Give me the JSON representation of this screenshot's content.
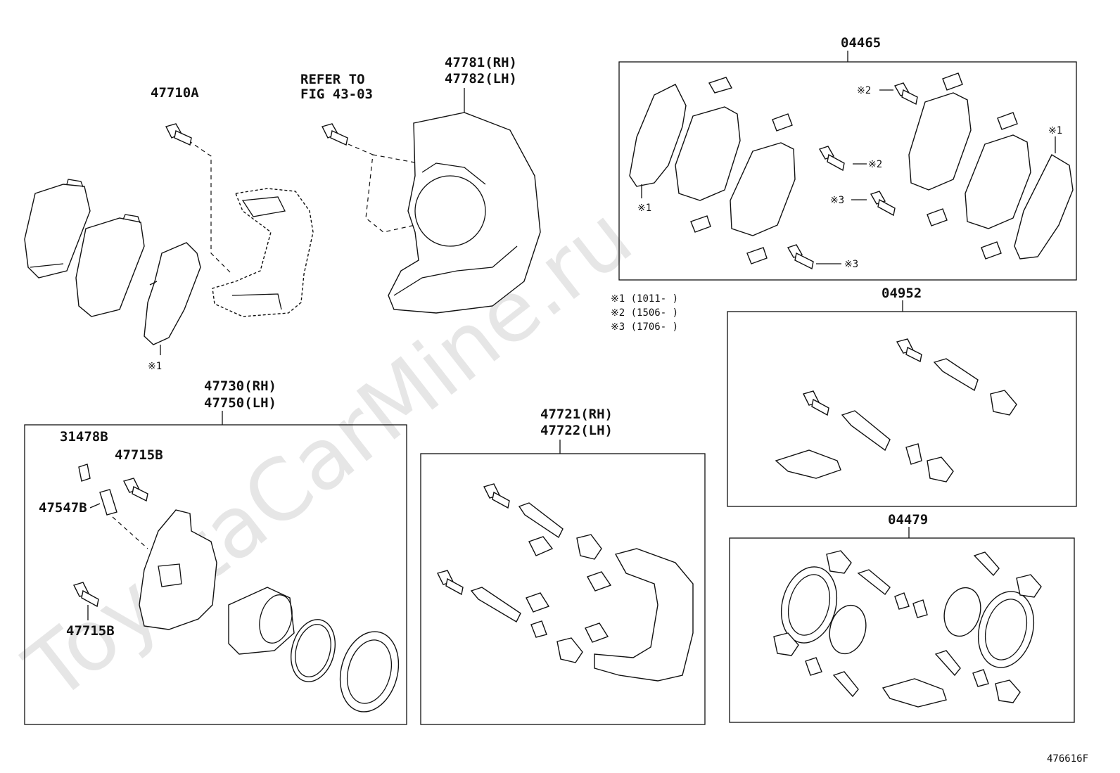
{
  "watermark": "ToyotaCarMine.ru",
  "figure_id": "476616F",
  "notes": {
    "n1": "※1 (1011-      )",
    "n2": "※2 (1506-      )",
    "n3": "※3 (1706-      )"
  },
  "labels": {
    "l47710A": "47710A",
    "refer1": "REFER TO",
    "refer2": "FIG 43-03",
    "l47781": "47781(RH)",
    "l47782": "47782(LH)",
    "mark1a": "※1",
    "l47730": "47730(RH)",
    "l47750": "47750(LH)",
    "l31478B": "31478B",
    "l47715B_top": "47715B",
    "l47547B": "47547B",
    "l47715B_bot": "47715B",
    "l47721": "47721(RH)",
    "l47722": "47722(LH)",
    "l04465": "04465",
    "k_mark2a": "※2",
    "k_mark1b": "※1",
    "k_mark1c": "※1",
    "k_mark2b": "※2",
    "k_mark3a": "※3",
    "k_mark3b": "※3",
    "l04952": "04952",
    "l04479": "04479"
  }
}
